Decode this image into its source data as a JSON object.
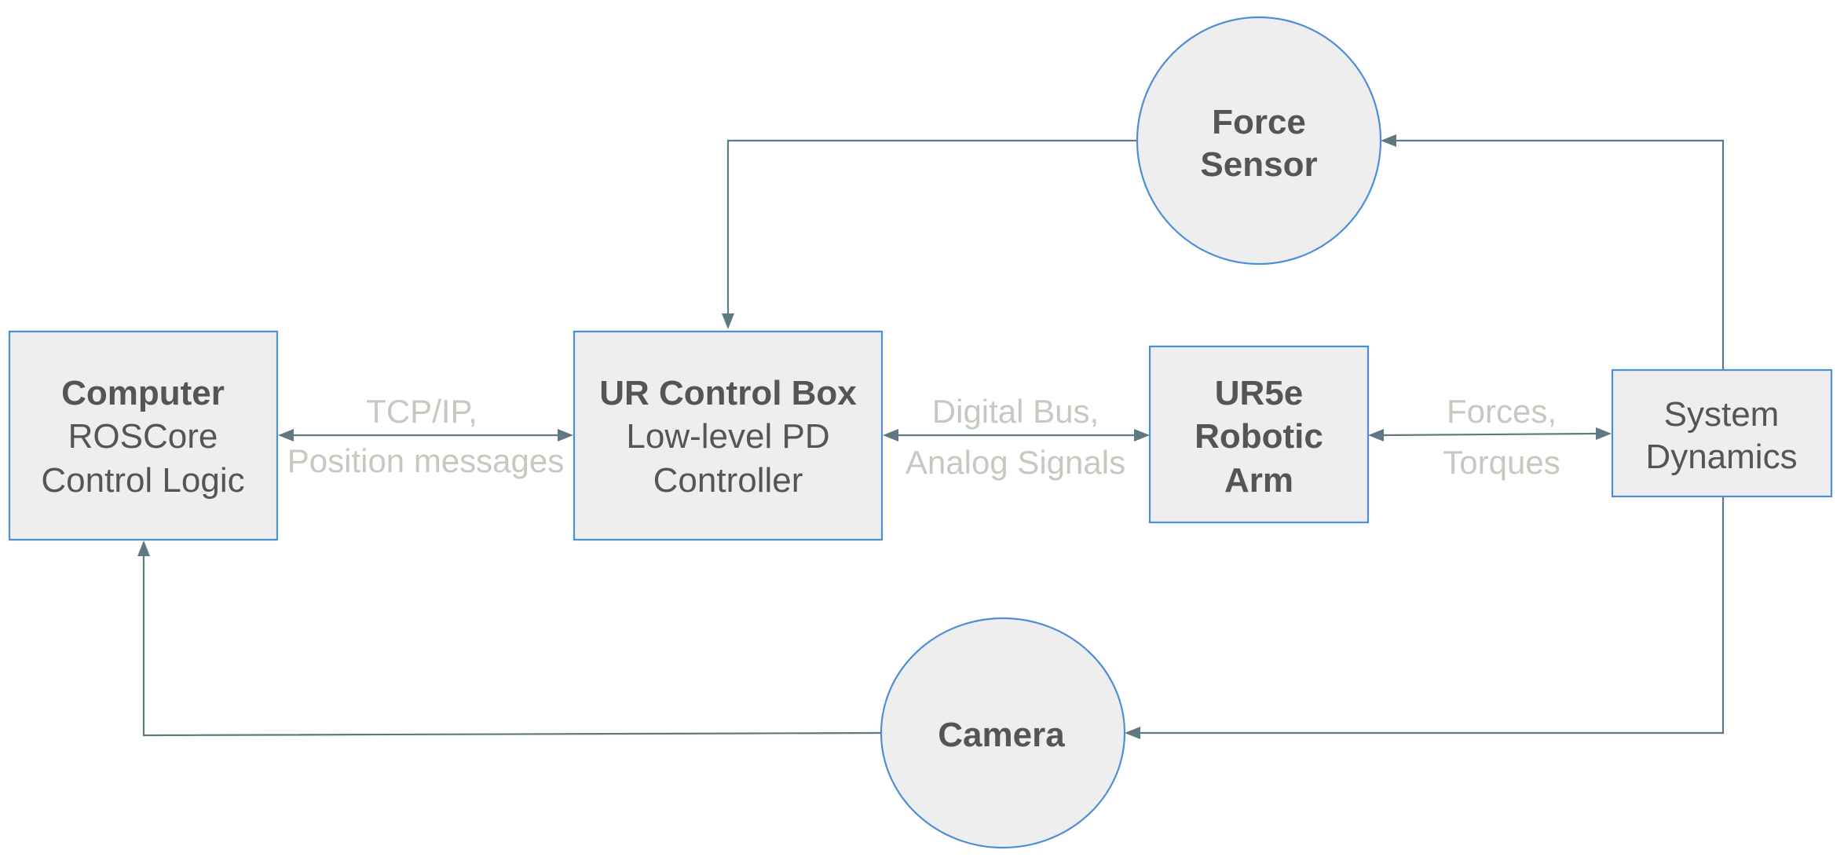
{
  "nodes": {
    "computer": {
      "title": "Computer",
      "lines": [
        "ROSCore",
        "Control Logic"
      ]
    },
    "control_box": {
      "title": "UR Control Box",
      "lines": [
        "Low-level PD",
        "Controller"
      ]
    },
    "robotic_arm": {
      "title_lines": [
        "UR5e",
        "Robotic",
        "Arm"
      ]
    },
    "system_dynamics": {
      "lines": [
        "System",
        "Dynamics"
      ]
    },
    "force_sensor": {
      "title_lines": [
        "Force",
        "Sensor"
      ]
    },
    "camera": {
      "title": "Camera"
    }
  },
  "edge_labels": {
    "computer_control_box": [
      "TCP/IP,",
      "Position messages"
    ],
    "control_box_arm": [
      "Digital Bus,",
      "Analog Signals"
    ],
    "arm_dynamics": [
      "Forces,",
      "Torques"
    ]
  },
  "colors": {
    "node_fill": "#eeeeee",
    "node_stroke": "#4a8fd8",
    "edge": "#607882",
    "node_text": "#555555",
    "edge_label": "#c6c9c0"
  }
}
